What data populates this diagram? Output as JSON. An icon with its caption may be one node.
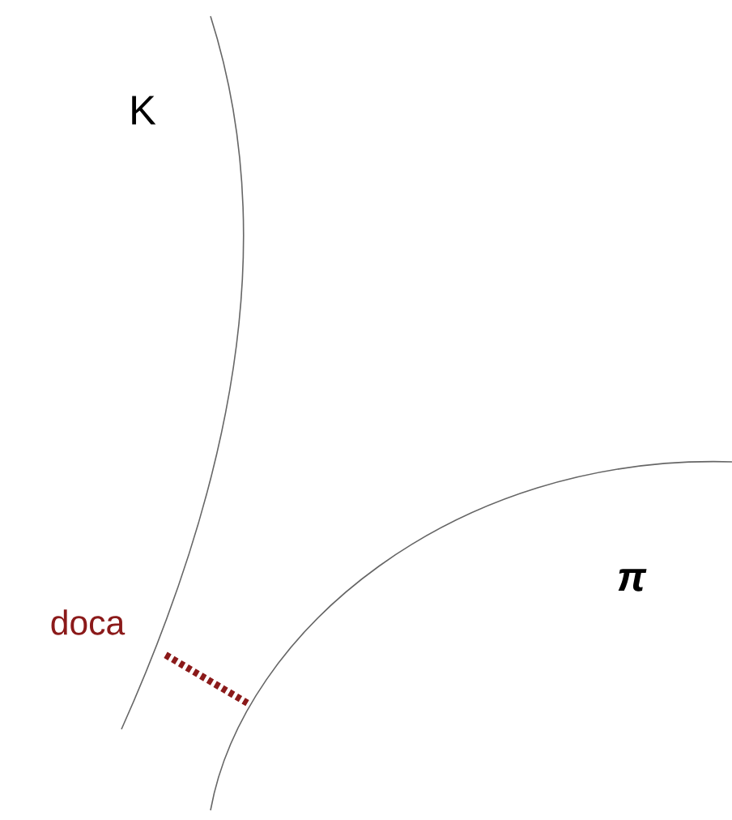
{
  "diagram": {
    "nodes": [
      {
        "text": [
          "K"
        ]
      },
      {
        "text": [
          "π"
        ]
      }
    ],
    "edges": [
      {
        "from": 0,
        "to": 1,
        "arrow": "none",
        "style": "dashed",
        "color": "#8b1a1a",
        "label": "doca"
      }
    ]
  }
}
